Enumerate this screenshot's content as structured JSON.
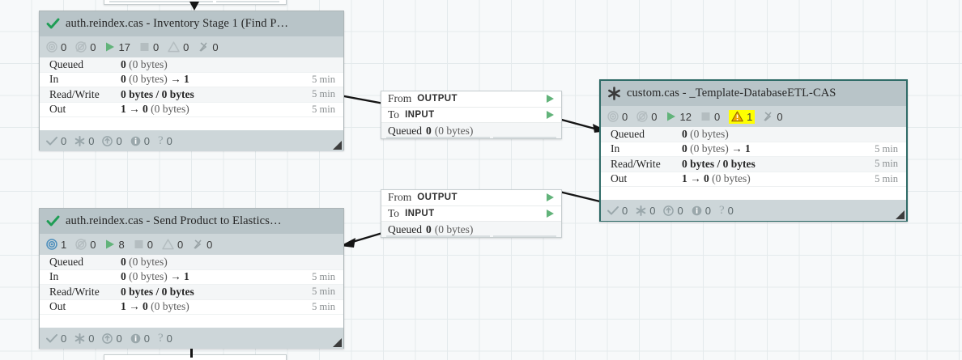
{
  "canvas": {
    "label": "nifi-flow-canvas",
    "background_color": "#f7f9fa",
    "grid_color": "#e4eaec"
  },
  "process_groups": [
    {
      "id": "pg-inventory-stage-1",
      "title": "auth.reindex.cas - Inventory Stage 1 (Find P…",
      "state_icon": "check-green-icon",
      "selected": false,
      "status_counts": [
        {
          "icon": "transmitting-icon",
          "value": "0"
        },
        {
          "icon": "not-transmitting-icon",
          "value": "0"
        },
        {
          "icon": "running-icon",
          "value": "17"
        },
        {
          "icon": "stopped-icon",
          "value": "0"
        },
        {
          "icon": "warning-icon",
          "value": "0"
        },
        {
          "icon": "disabled-icon",
          "value": "0"
        }
      ],
      "stats": [
        {
          "label": "Queued",
          "value": "0",
          "suffix": "(0 bytes)",
          "time": ""
        },
        {
          "label": "In",
          "value": "0",
          "suffix": "(0 bytes)",
          "arrow": "→",
          "after": "1",
          "time": "5 min"
        },
        {
          "label": "Read/Write",
          "value": "0 bytes / 0 bytes",
          "suffix": "",
          "time": "5 min"
        },
        {
          "label": "Out",
          "value": "1",
          "arrow": "→",
          "after": "0",
          "suffix": "(0 bytes)",
          "time": "5 min"
        }
      ],
      "footer_counts": [
        {
          "icon": "check-icon",
          "value": "0"
        },
        {
          "icon": "asterisk-icon",
          "value": "0"
        },
        {
          "icon": "up-arrow-circle-icon",
          "value": "0"
        },
        {
          "icon": "info-circle-icon",
          "value": "0"
        },
        {
          "icon": "question-mark-icon",
          "value": "0"
        }
      ]
    },
    {
      "id": "pg-database-etl-cas",
      "title": "custom.cas - _Template-DatabaseETL-CAS",
      "state_icon": "asterisk-dark-icon",
      "selected": true,
      "status_counts": [
        {
          "icon": "transmitting-icon",
          "value": "0"
        },
        {
          "icon": "not-transmitting-icon",
          "value": "0"
        },
        {
          "icon": "running-icon",
          "value": "12"
        },
        {
          "icon": "stopped-icon",
          "value": "0"
        },
        {
          "icon": "warning-icon",
          "value": "1",
          "highlight": "#ffff00"
        },
        {
          "icon": "disabled-icon",
          "value": "0"
        }
      ],
      "stats": [
        {
          "label": "Queued",
          "value": "0",
          "suffix": "(0 bytes)",
          "time": ""
        },
        {
          "label": "In",
          "value": "0",
          "suffix": "(0 bytes)",
          "arrow": "→",
          "after": "1",
          "time": "5 min"
        },
        {
          "label": "Read/Write",
          "value": "0 bytes / 0 bytes",
          "suffix": "",
          "time": "5 min"
        },
        {
          "label": "Out",
          "value": "1",
          "arrow": "→",
          "after": "0",
          "suffix": "(0 bytes)",
          "time": "5 min"
        }
      ],
      "footer_counts": [
        {
          "icon": "check-icon",
          "value": "0"
        },
        {
          "icon": "asterisk-icon",
          "value": "0"
        },
        {
          "icon": "up-arrow-circle-icon",
          "value": "0"
        },
        {
          "icon": "info-circle-icon",
          "value": "0"
        },
        {
          "icon": "question-mark-icon",
          "value": "0"
        }
      ]
    },
    {
      "id": "pg-send-product-to-elastic",
      "title": "auth.reindex.cas - Send Product to Elastics…",
      "state_icon": "check-green-icon",
      "selected": false,
      "status_counts": [
        {
          "icon": "transmitting-icon",
          "value": "1",
          "active": true
        },
        {
          "icon": "not-transmitting-icon",
          "value": "0"
        },
        {
          "icon": "running-icon",
          "value": "8"
        },
        {
          "icon": "stopped-icon",
          "value": "0"
        },
        {
          "icon": "warning-icon",
          "value": "0"
        },
        {
          "icon": "disabled-icon",
          "value": "0"
        }
      ],
      "stats": [
        {
          "label": "Queued",
          "value": "0",
          "suffix": "(0 bytes)",
          "time": ""
        },
        {
          "label": "In",
          "value": "0",
          "suffix": "(0 bytes)",
          "arrow": "→",
          "after": "1",
          "time": "5 min"
        },
        {
          "label": "Read/Write",
          "value": "0 bytes / 0 bytes",
          "suffix": "",
          "time": "5 min"
        },
        {
          "label": "Out",
          "value": "1",
          "arrow": "→",
          "after": "0",
          "suffix": "(0 bytes)",
          "time": "5 min"
        }
      ],
      "footer_counts": [
        {
          "icon": "check-icon",
          "value": "0"
        },
        {
          "icon": "asterisk-icon",
          "value": "0"
        },
        {
          "icon": "up-arrow-circle-icon",
          "value": "0"
        },
        {
          "icon": "info-circle-icon",
          "value": "0"
        },
        {
          "icon": "question-mark-icon",
          "value": "0"
        }
      ]
    }
  ],
  "connections": [
    {
      "id": "conn-top",
      "from_label": "From",
      "from_value": "OUTPUT",
      "to_label": "To",
      "to_value": "INPUT",
      "queued_label": "Queued",
      "queued_value": "0",
      "queued_bytes": "(0 bytes)"
    },
    {
      "id": "conn-bottom",
      "from_label": "From",
      "from_value": "OUTPUT",
      "to_label": "To",
      "to_value": "INPUT",
      "queued_label": "Queued",
      "queued_value": "0",
      "queued_bytes": "(0 bytes)"
    }
  ],
  "colors": {
    "header_bg": "#b8c4c8",
    "status_bg": "#cdd6d9",
    "running_green": "#62b37a",
    "warning_yellow": "#ffff00",
    "selected_border": "#2f6b67",
    "transmit_blue": "#4d8fbd"
  }
}
